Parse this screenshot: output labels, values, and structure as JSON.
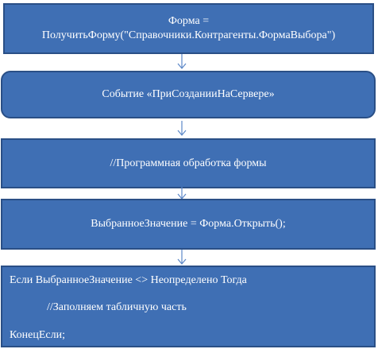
{
  "colors": {
    "box_fill": "#3f6fb4",
    "box_border": "#2a4f86",
    "text": "#ffffff",
    "arrow": "#5b87c7"
  },
  "steps": {
    "step1_line1": "Форма =",
    "step1_line2": "ПолучитьФорму(\"Справочники.Контрагенты.ФормаВыбора\")",
    "step2": "Событие «ПриСозданииНаСервере»",
    "step3": "//Программная обработка формы",
    "step4": "ВыбранноеЗначение = Форма.Открыть();",
    "step5_line1": "Если ВыбранноеЗначение <> Неопределено Тогда",
    "step5_line2": "//Заполняем табличную часть",
    "step5_line3": "КонецЕсли;"
  }
}
